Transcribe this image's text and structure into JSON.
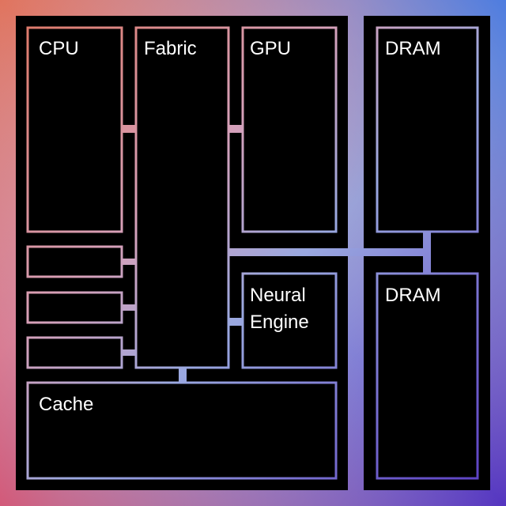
{
  "diagram": {
    "blocks": {
      "cpu": "CPU",
      "fabric": "Fabric",
      "gpu": "GPU",
      "dram_top": "DRAM",
      "neural_engine_line1": "Neural",
      "neural_engine_line2": "Engine",
      "dram_bottom": "DRAM",
      "cache": "Cache"
    },
    "gradient_colors": {
      "top_left": "#e0745e",
      "top_right": "#2f6fe3",
      "bottom_left": "#e0405a",
      "bottom_right": "#5535c0"
    }
  }
}
